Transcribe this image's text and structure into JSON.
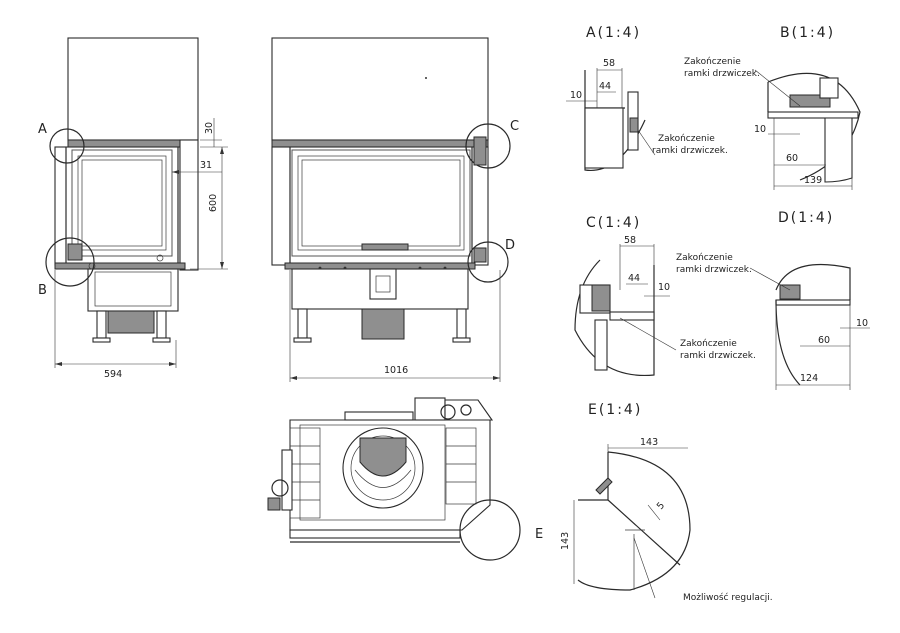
{
  "dimensions": {
    "front_width": "594",
    "side_width": "1016",
    "height": "600",
    "top_offset": "30",
    "frame_offset": "31"
  },
  "callouts": [
    "A",
    "B",
    "C",
    "D",
    "E"
  ],
  "details": {
    "A": {
      "title": "A(1:4)",
      "dims": [
        "58",
        "44",
        "10"
      ],
      "note_line1": "Zakończenie",
      "note_line2": "ramki drzwiczek."
    },
    "B": {
      "title": "B(1:4)",
      "dims": [
        "10",
        "60",
        "139"
      ],
      "note_line1": "Zakończenie",
      "note_line2": "ramki drzwiczek."
    },
    "C": {
      "title": "C(1:4)",
      "dims": [
        "58",
        "44",
        "10"
      ],
      "note_line1": "Zakończenie",
      "note_line2": "ramki drzwiczek.",
      "note2_line1": "Zakończenie",
      "note2_line2": "ramki drzwiczek."
    },
    "D": {
      "title": "D(1:4)",
      "dims": [
        "10",
        "60",
        "124"
      ],
      "note_line1": "Zakończenie",
      "note_line2": "ramki drzwiczek."
    },
    "E": {
      "title": "E(1:4)",
      "dims": [
        "143",
        "143",
        "5"
      ],
      "note": "Możliwość regulacji."
    }
  }
}
